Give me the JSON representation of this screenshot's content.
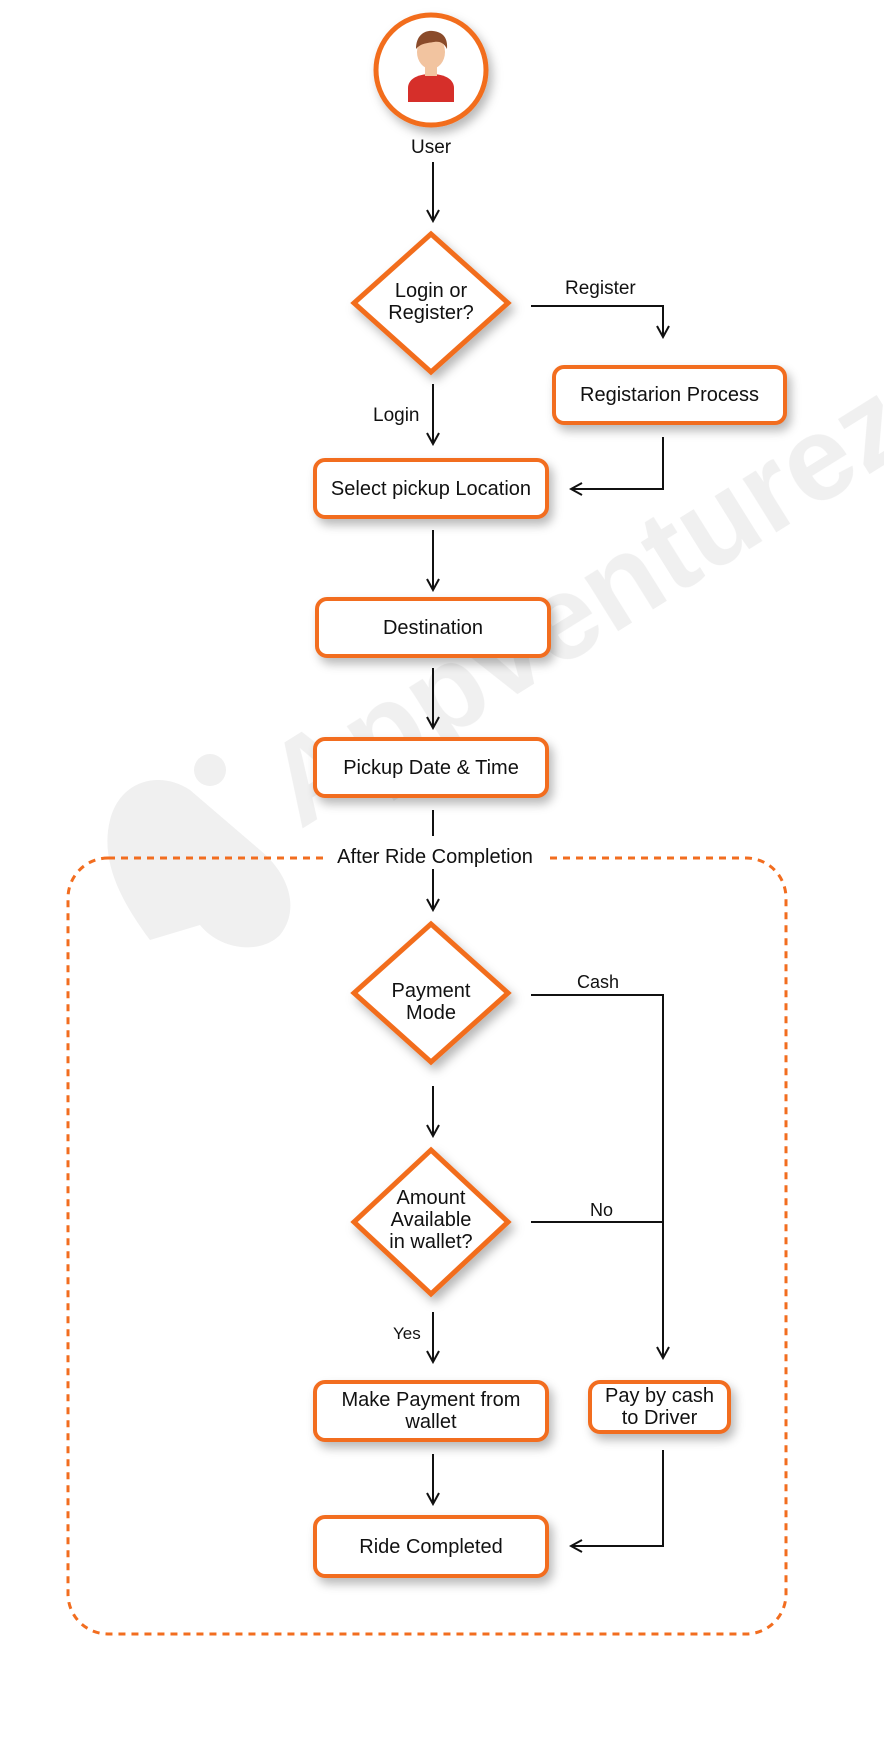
{
  "theme": {
    "accent": "#f26d1f",
    "line": "#111111",
    "skin": "#f2c4a0",
    "hair": "#8a4b2a",
    "shirt": "#d62f2a"
  },
  "watermark": {
    "text": "Appventurez"
  },
  "nodes": {
    "user": {
      "label": "User",
      "icon": "user-avatar-icon"
    },
    "login_or_register": {
      "line1": "Login or",
      "line2": "Register?"
    },
    "registration_process": {
      "label": "Registarion Process"
    },
    "select_pickup": {
      "label": "Select pickup Location"
    },
    "destination": {
      "label": "Destination"
    },
    "pickup_datetime": {
      "label": "Pickup Date & Time"
    },
    "payment_mode": {
      "line1": "Payment",
      "line2": "Mode"
    },
    "amount_available": {
      "line1": "Amount",
      "line2": "Available",
      "line3": "in wallet?"
    },
    "make_payment": {
      "line1": "Make Payment from",
      "line2": "wallet"
    },
    "pay_by_cash": {
      "line1": "Pay by cash",
      "line2": "to Driver"
    },
    "ride_completed": {
      "label": "Ride Completed"
    }
  },
  "edges": {
    "register": "Register",
    "login": "Login",
    "cash": "Cash",
    "no": "No",
    "yes": "Yes"
  },
  "group": {
    "label": "After Ride Completion"
  }
}
